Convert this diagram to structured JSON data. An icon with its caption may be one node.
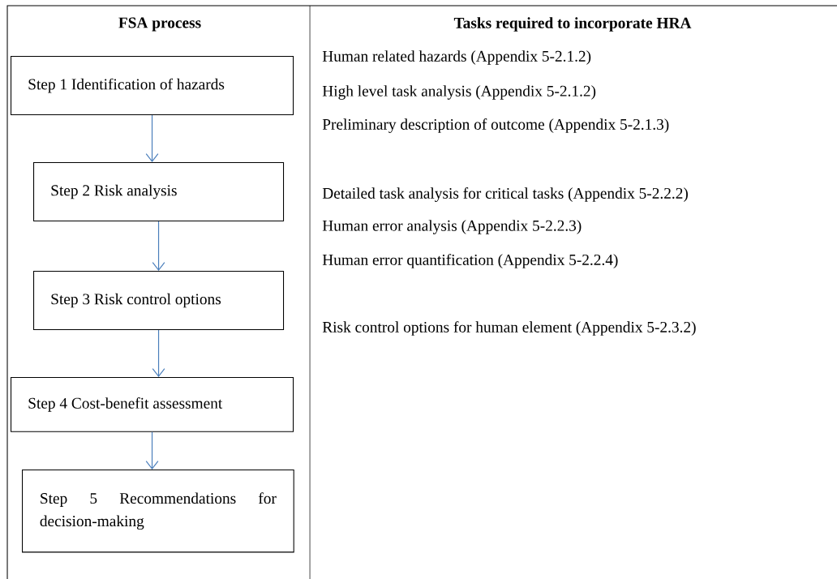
{
  "diagram": {
    "nodes": [
      {
        "text": [
          "Step 1 Identification of hazards"
        ]
      },
      {
        "text": [
          "Step 2 Risk analysis"
        ]
      },
      {
        "text": [
          "Step 3 Risk control options"
        ]
      },
      {
        "text": [
          "Step 4 Cost-benefit assessment"
        ]
      },
      {
        "text": [
          "Step 5 Recommendations for decision-making"
        ]
      }
    ],
    "edges": [
      {
        "from": 0,
        "to": 1,
        "arrow": "to"
      },
      {
        "from": 1,
        "to": 2,
        "arrow": "to"
      },
      {
        "from": 2,
        "to": 3,
        "arrow": "to"
      },
      {
        "from": 3,
        "to": 4,
        "arrow": "to"
      }
    ],
    "labels": [
      "FSA process",
      "Tasks required to incorporate HRA",
      "Human related hazards (Appendix 5-2.1.2)",
      "High level task analysis (Appendix 5-2.1.2)",
      "Preliminary description of outcome (Appendix 5-2.1.3)",
      "Detailed task analysis for critical tasks (Appendix 5-2.2.2)",
      "Human error analysis (Appendix 5-2.2.3)",
      "Human error quantification (Appendix 5-2.2.4)",
      "Risk control options for human element (Appendix 5-2.3.2)"
    ]
  }
}
